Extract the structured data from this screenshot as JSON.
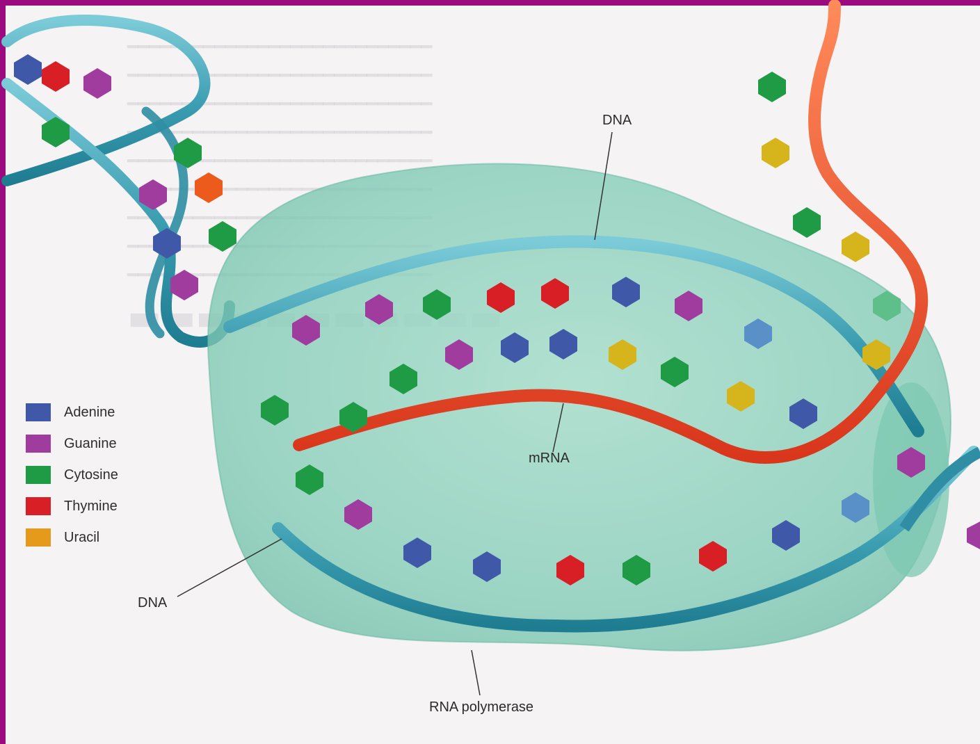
{
  "legend": {
    "items": [
      {
        "label": "Adenine",
        "color": "#3f58a8"
      },
      {
        "label": "Guanine",
        "color": "#a03c9e"
      },
      {
        "label": "Cytosine",
        "color": "#1f9a45"
      },
      {
        "label": "Thymine",
        "color": "#d81f26"
      },
      {
        "label": "Uracil",
        "color": "#e69a1c"
      }
    ]
  },
  "labels": {
    "dna_top": "DNA",
    "dna_left": "DNA",
    "mrna": "mRNA",
    "rna_polymerase": "RNA polymerase"
  },
  "colors": {
    "frame": "#9b0a7e",
    "dna_backbone": "#4aa8b8",
    "mrna_backbone": "#e8502a",
    "polymerase": "#8fd1bd"
  }
}
